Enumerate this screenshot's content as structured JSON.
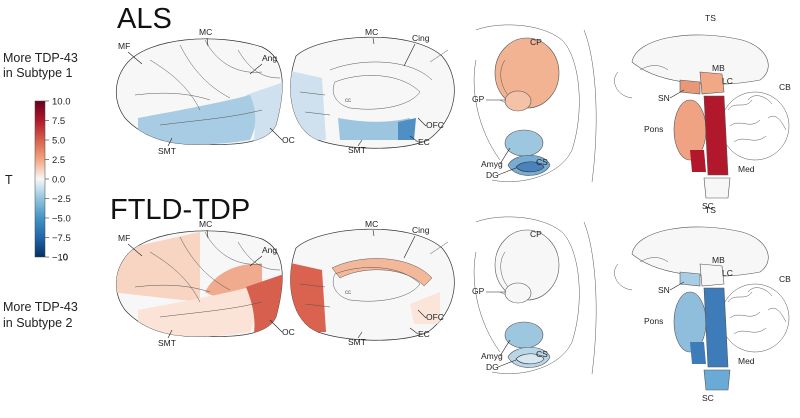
{
  "rows": [
    {
      "id": "als",
      "title": "ALS"
    },
    {
      "id": "ftld",
      "title": "FTLD-TDP"
    }
  ],
  "colorbar": {
    "top_label_line1": "More TDP-43",
    "top_label_line2": "in Subtype 1",
    "bottom_label_line1": "More TDP-43",
    "bottom_label_line2": "in Subtype 2",
    "axis_label": "T",
    "ticks": [
      "10.0",
      "7.5",
      "5.0",
      "2.5",
      "0.0",
      "−2.5",
      "−5.0",
      "−7.5",
      "−10"
    ],
    "extra_tick": ".0",
    "range": [
      -10,
      10
    ],
    "colors": [
      "#67001f",
      "#b2182b",
      "#d6604d",
      "#f4a582",
      "#f7f7f7",
      "#92c5de",
      "#4393c3",
      "#2166ac",
      "#053061"
    ]
  },
  "labels": {
    "lateral": {
      "mf": "MF",
      "mc": "MC",
      "ang": "Ang",
      "oc": "OC",
      "smt": "SMT"
    },
    "medial": {
      "mc": "MC",
      "cing": "Cing",
      "cc": "cc",
      "ofc": "OFC",
      "ec": "EC",
      "smt": "SMT"
    },
    "subcortical": {
      "cp": "CP",
      "gp": "GP",
      "amyg": "Amyg",
      "dg": "DG",
      "cs": "CS"
    },
    "brainstem": {
      "ts": "TS",
      "mb": "MB",
      "lc": "LC",
      "cb": "CB",
      "sn": "SN",
      "pons": "Pons",
      "med": "Med",
      "sc": "SC"
    }
  },
  "region_colors": {
    "als": {
      "lat_mf": "#f7f7f7",
      "lat_mc": "#f7f7f7",
      "lat_ang": "#f7f7f7",
      "lat_oc": "#cfe1ee",
      "lat_smt": "#a8cce3",
      "med_mc": "#f7f7f7",
      "med_cing": "#f7f7f7",
      "med_front": "#cfe1ee",
      "med_smt": "#9cc5df",
      "med_ec": "#4f8fc3",
      "med_ofc": "#f7f7f7",
      "cp": "#f2b392",
      "gp": "#f4c2a6",
      "amyg": "#9dc6df",
      "dg": "#4a82bb",
      "cs": "#78acd3",
      "ts": "#f7f7f7",
      "mb": "#f0a886",
      "pons": "#efa383",
      "med": "#b2182b",
      "sc": "#f7f7f7",
      "sn": "#e89878"
    },
    "ftld": {
      "lat_mf": "#f8d4c3",
      "lat_mc": "#f7f7f7",
      "lat_ang": "#f0aa8d",
      "lat_oc": "#d6604d",
      "lat_smt": "#fbe3d8",
      "med_mc": "#f7f7f7",
      "med_cing": "#f3b899",
      "med_front": "#d9634f",
      "med_smt": "#f7f7f7",
      "med_ec": "#f7f7f7",
      "med_ofc": "#fbe5da",
      "cp": "#f7f7f7",
      "gp": "#f7f7f7",
      "amyg": "#9dc6df",
      "dg": "#d8e7f1",
      "cs": "#b9d5e8",
      "ts": "#f7f7f7",
      "mb": "#f7f7f7",
      "pons": "#8fbedd",
      "med": "#3d7cb8",
      "sc": "#6aaad6",
      "sn": "#a9cde4"
    }
  }
}
